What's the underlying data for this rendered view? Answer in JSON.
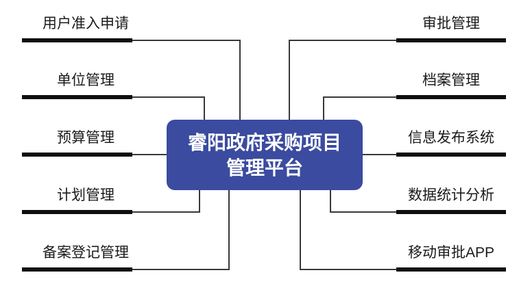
{
  "center": {
    "title_line1": "睿阳政府采购项目",
    "title_line2": "管理平台"
  },
  "branches": {
    "left": [
      {
        "label": "用户准入申请"
      },
      {
        "label": "单位管理"
      },
      {
        "label": "预算管理"
      },
      {
        "label": "计划管理"
      },
      {
        "label": "备案登记管理"
      }
    ],
    "right": [
      {
        "label": "审批管理"
      },
      {
        "label": "档案管理"
      },
      {
        "label": "信息发布系统"
      },
      {
        "label": "数据统计分析"
      },
      {
        "label": "移动审批APP"
      }
    ]
  },
  "colors": {
    "background": "#ffffff",
    "center_node_bg": "#3b4b9f",
    "center_node_text": "#ffffff",
    "label_text": "#1a1a1a",
    "thick_bar": "#0f0f0f",
    "connector_line": "#383838"
  }
}
